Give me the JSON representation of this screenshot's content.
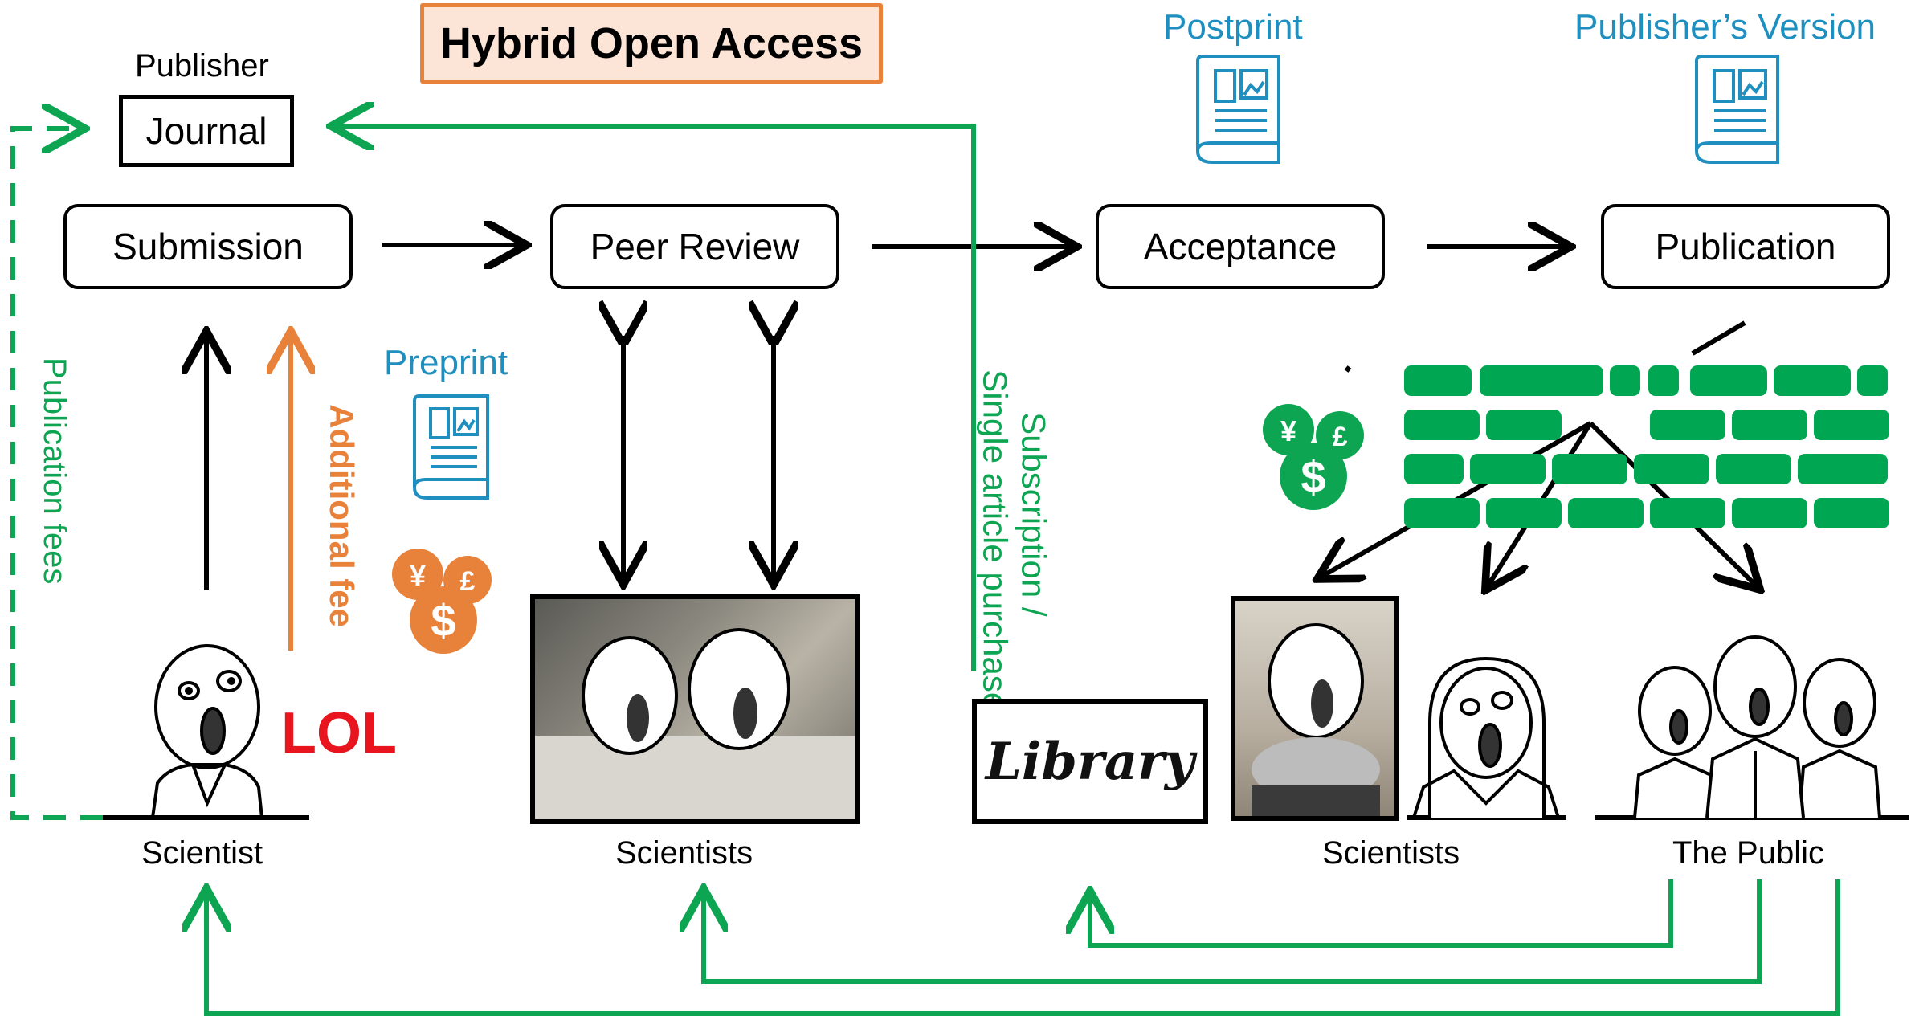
{
  "title": "Hybrid Open Access",
  "publisher": {
    "label": "Publisher",
    "journal": "Journal"
  },
  "steps": {
    "submission": "Submission",
    "peer_review": "Peer Review",
    "acceptance": "Acceptance",
    "publication": "Publication"
  },
  "versions": {
    "preprint": "Preprint",
    "postprint": "Postprint",
    "publishers_version": "Publisher’s Version"
  },
  "flows": {
    "publication_fees": "Publication fees",
    "additional_fee": "Additional fee",
    "subscription_line1": "Subscription /",
    "subscription_line2": "Single article purchase"
  },
  "actors": {
    "scientist": "Scientist",
    "reviewers": "Scientists",
    "readers": "Scientists",
    "public": "The Public",
    "library": "Library",
    "exclamation": "LOL"
  },
  "currency": {
    "yen": "¥",
    "pound": "£",
    "dollar": "$"
  },
  "colors": {
    "green": "#0ea552",
    "orange": "#e8823a",
    "blue": "#1f8fc0",
    "red": "#e8141e",
    "wall_green": "#00a651"
  }
}
